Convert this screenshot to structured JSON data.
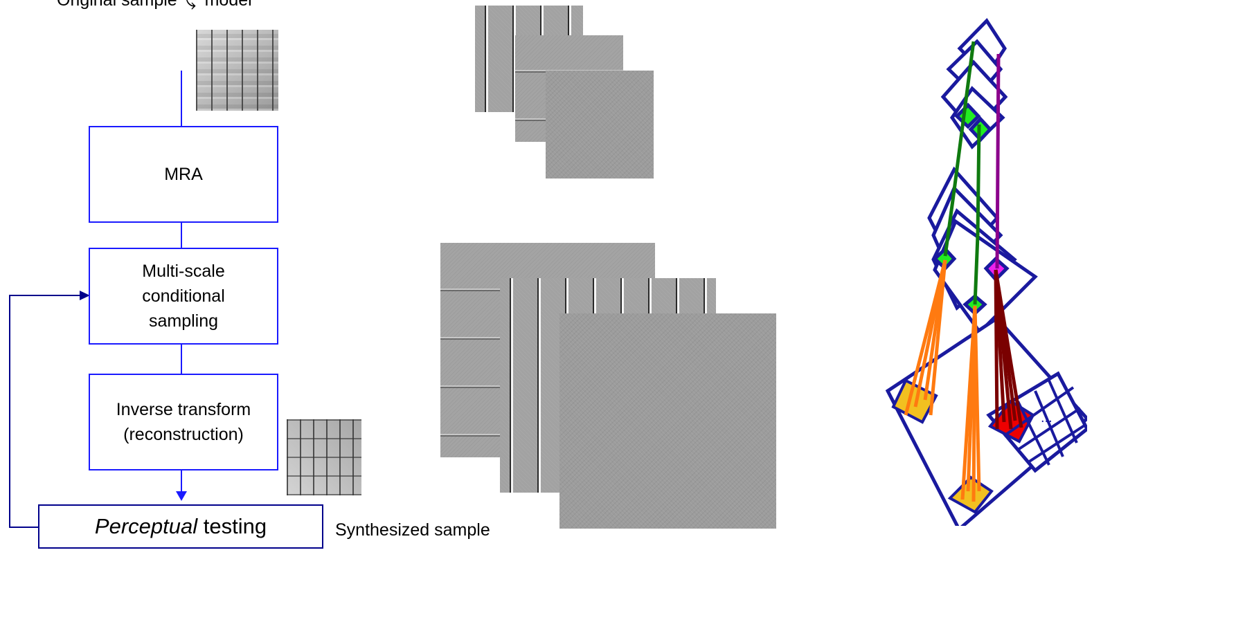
{
  "flowchart": {
    "top_label_left": "Original sample",
    "top_label_right": "model",
    "box_mra": "MRA",
    "box_sampling": "Multi-scale\nconditional\nsampling",
    "box_inverse": "Inverse transform\n(reconstruction)",
    "box_perceptual_italic": "Perceptual",
    "box_perceptual_rest": " testing",
    "synthesized_label": "Synthesized sample",
    "ellipsis": "..."
  },
  "colors": {
    "box_border": "#1a1aff",
    "feedback_line": "#00008b",
    "tree_frame": "#1a1a9e",
    "green": "#0f7a0f",
    "bright_green": "#22ee22",
    "purple": "#8b008b",
    "magenta": "#ee22ee",
    "orange": "#ff7a10",
    "gold": "#f2c020",
    "dark_red": "#7a0000",
    "red": "#ee0000"
  },
  "icons": {
    "arrow_symbol": "glyph-arrow-icon"
  }
}
